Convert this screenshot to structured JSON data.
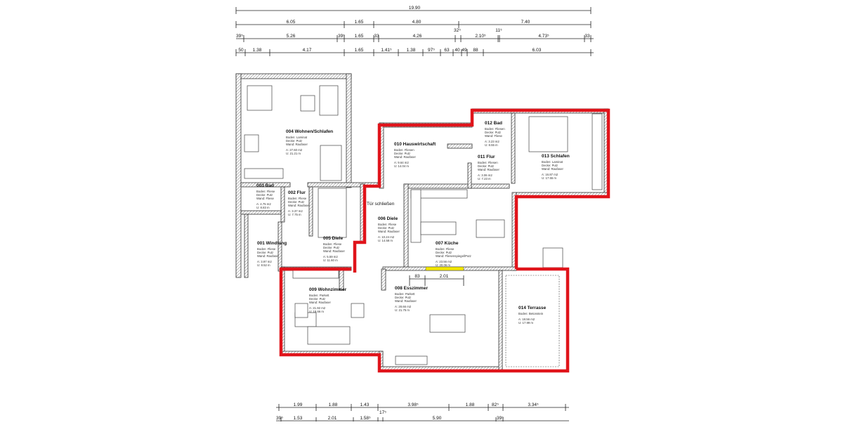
{
  "dimensions": {
    "top": {
      "row1": [
        "19.90"
      ],
      "row2": [
        "6.05",
        "1.65",
        "4.80",
        "7.40"
      ],
      "row3": [
        "39⁵",
        "5.26",
        "39⁵",
        "1.65",
        "33",
        "4.26",
        "32⁵",
        "2.10⁵",
        "11⁵",
        "4.73⁵",
        "33"
      ],
      "row4": [
        "50",
        "1.38",
        "4.17",
        "1.65",
        "1.41⁵",
        "1.38",
        "97⁵",
        "63",
        "40",
        "49",
        "88",
        "6.03"
      ]
    },
    "bottom": {
      "row1": [
        "1.99",
        "1.88",
        "1.43",
        "3.98⁵",
        "1.88",
        "82⁵",
        "3.34⁵"
      ],
      "row2": [
        "39⁵",
        "1.53",
        "2.01",
        "1.58⁵",
        "17⁵",
        "5.90",
        "39⁵"
      ]
    },
    "inner": [
      "83",
      "2.01"
    ]
  },
  "rooms": [
    {
      "name": "004 Wohnen/Schlafen",
      "info": [
        "Boden: Laminat",
        "Decke: Putz",
        "Wand: Raufaser"
      ],
      "area": "A: 27.60 m2",
      "perimeter": "U: 21.21 m"
    },
    {
      "name": "003 Bad",
      "info": [
        "Boden: Fliese",
        "Decke: Putz",
        "Wand: Fliese"
      ],
      "area": "A: 4.75 m2",
      "perimeter": "U: 8.83 m"
    },
    {
      "name": "002 Flur",
      "info": [
        "Boden: Fliese",
        "Decke: Putz",
        "Wand: Raufaser"
      ],
      "area": "A: 3.37 m2",
      "perimeter": "U: 7.75 m"
    },
    {
      "name": "001 Windfang",
      "info": [
        "Boden: Fliese",
        "Decke: Putz",
        "Wand: Raufaser"
      ],
      "area": "A: 3.97 m2",
      "perimeter": "U: 8.52 m"
    },
    {
      "name": "005 Diele",
      "info": [
        "Boden: Fliese",
        "Decke: Putz",
        "Wand: Raufaser"
      ],
      "area": "A: 5.59 m2",
      "perimeter": "U: 11.60 m"
    },
    {
      "name": "006 Diele",
      "info": [
        "Boden: Fliese",
        "Decke: Putz",
        "Wand: Raufaser"
      ],
      "area": "A: 10.24 m2",
      "perimeter": "U: 14.58 m"
    },
    {
      "name": "010 Hauswirtschaft",
      "info": [
        "Boden: Fliesen",
        "Decke: Putz",
        "Wand: Raufaser"
      ],
      "area": "A: 9.64 m2",
      "perimeter": "U: 14.04 m"
    },
    {
      "name": "011 Flur",
      "info": [
        "Boden: Fliesen",
        "Decke: Putz",
        "Wand: Raufaser"
      ],
      "area": "A: 3.06 m2",
      "perimeter": "U: 7.23 m"
    },
    {
      "name": "012 Bad",
      "info": [
        "Boden: Fliesen",
        "Decke: Putz",
        "Wand: Fliese"
      ],
      "area": "A: 3.23 m2",
      "perimeter": "U: 8.55 m"
    },
    {
      "name": "013 Schlafen",
      "info": [
        "Boden: Laminat",
        "Decke: Putz",
        "Wand: Raufaser"
      ],
      "area": "A: 16.87 m2",
      "perimeter": "U: 17.55 m"
    },
    {
      "name": "007 Küche",
      "info": [
        "Boden: Fliese",
        "Decke: Putz",
        "Wand: Fliesenspiegel/Putz"
      ],
      "area": "A: 23.56 m2",
      "perimeter": "U: 20.06 m"
    },
    {
      "name": "009 Wohnzimmer",
      "info": [
        "Boden: Parkett",
        "Decke: Putz",
        "Wand: Raufaser"
      ],
      "area": "A: 21.92 m2",
      "perimeter": "U: 18.66 m"
    },
    {
      "name": "008 Esszimmer",
      "info": [
        "Boden: Parkett",
        "Decke: Putz",
        "Wand: Raufaser"
      ],
      "area": "A: 28.66 m2",
      "perimeter": "U: 21.75 m"
    },
    {
      "name": "014 Terrasse",
      "info": [
        "Boden: Betonstein"
      ],
      "area": "A: 18.56 m2",
      "perimeter": "U: 17.99 m"
    }
  ],
  "annotation": "Tür schließen",
  "colors": {
    "highlight": "#e0141b",
    "marker": "#f2e600",
    "wall": "#333333"
  }
}
